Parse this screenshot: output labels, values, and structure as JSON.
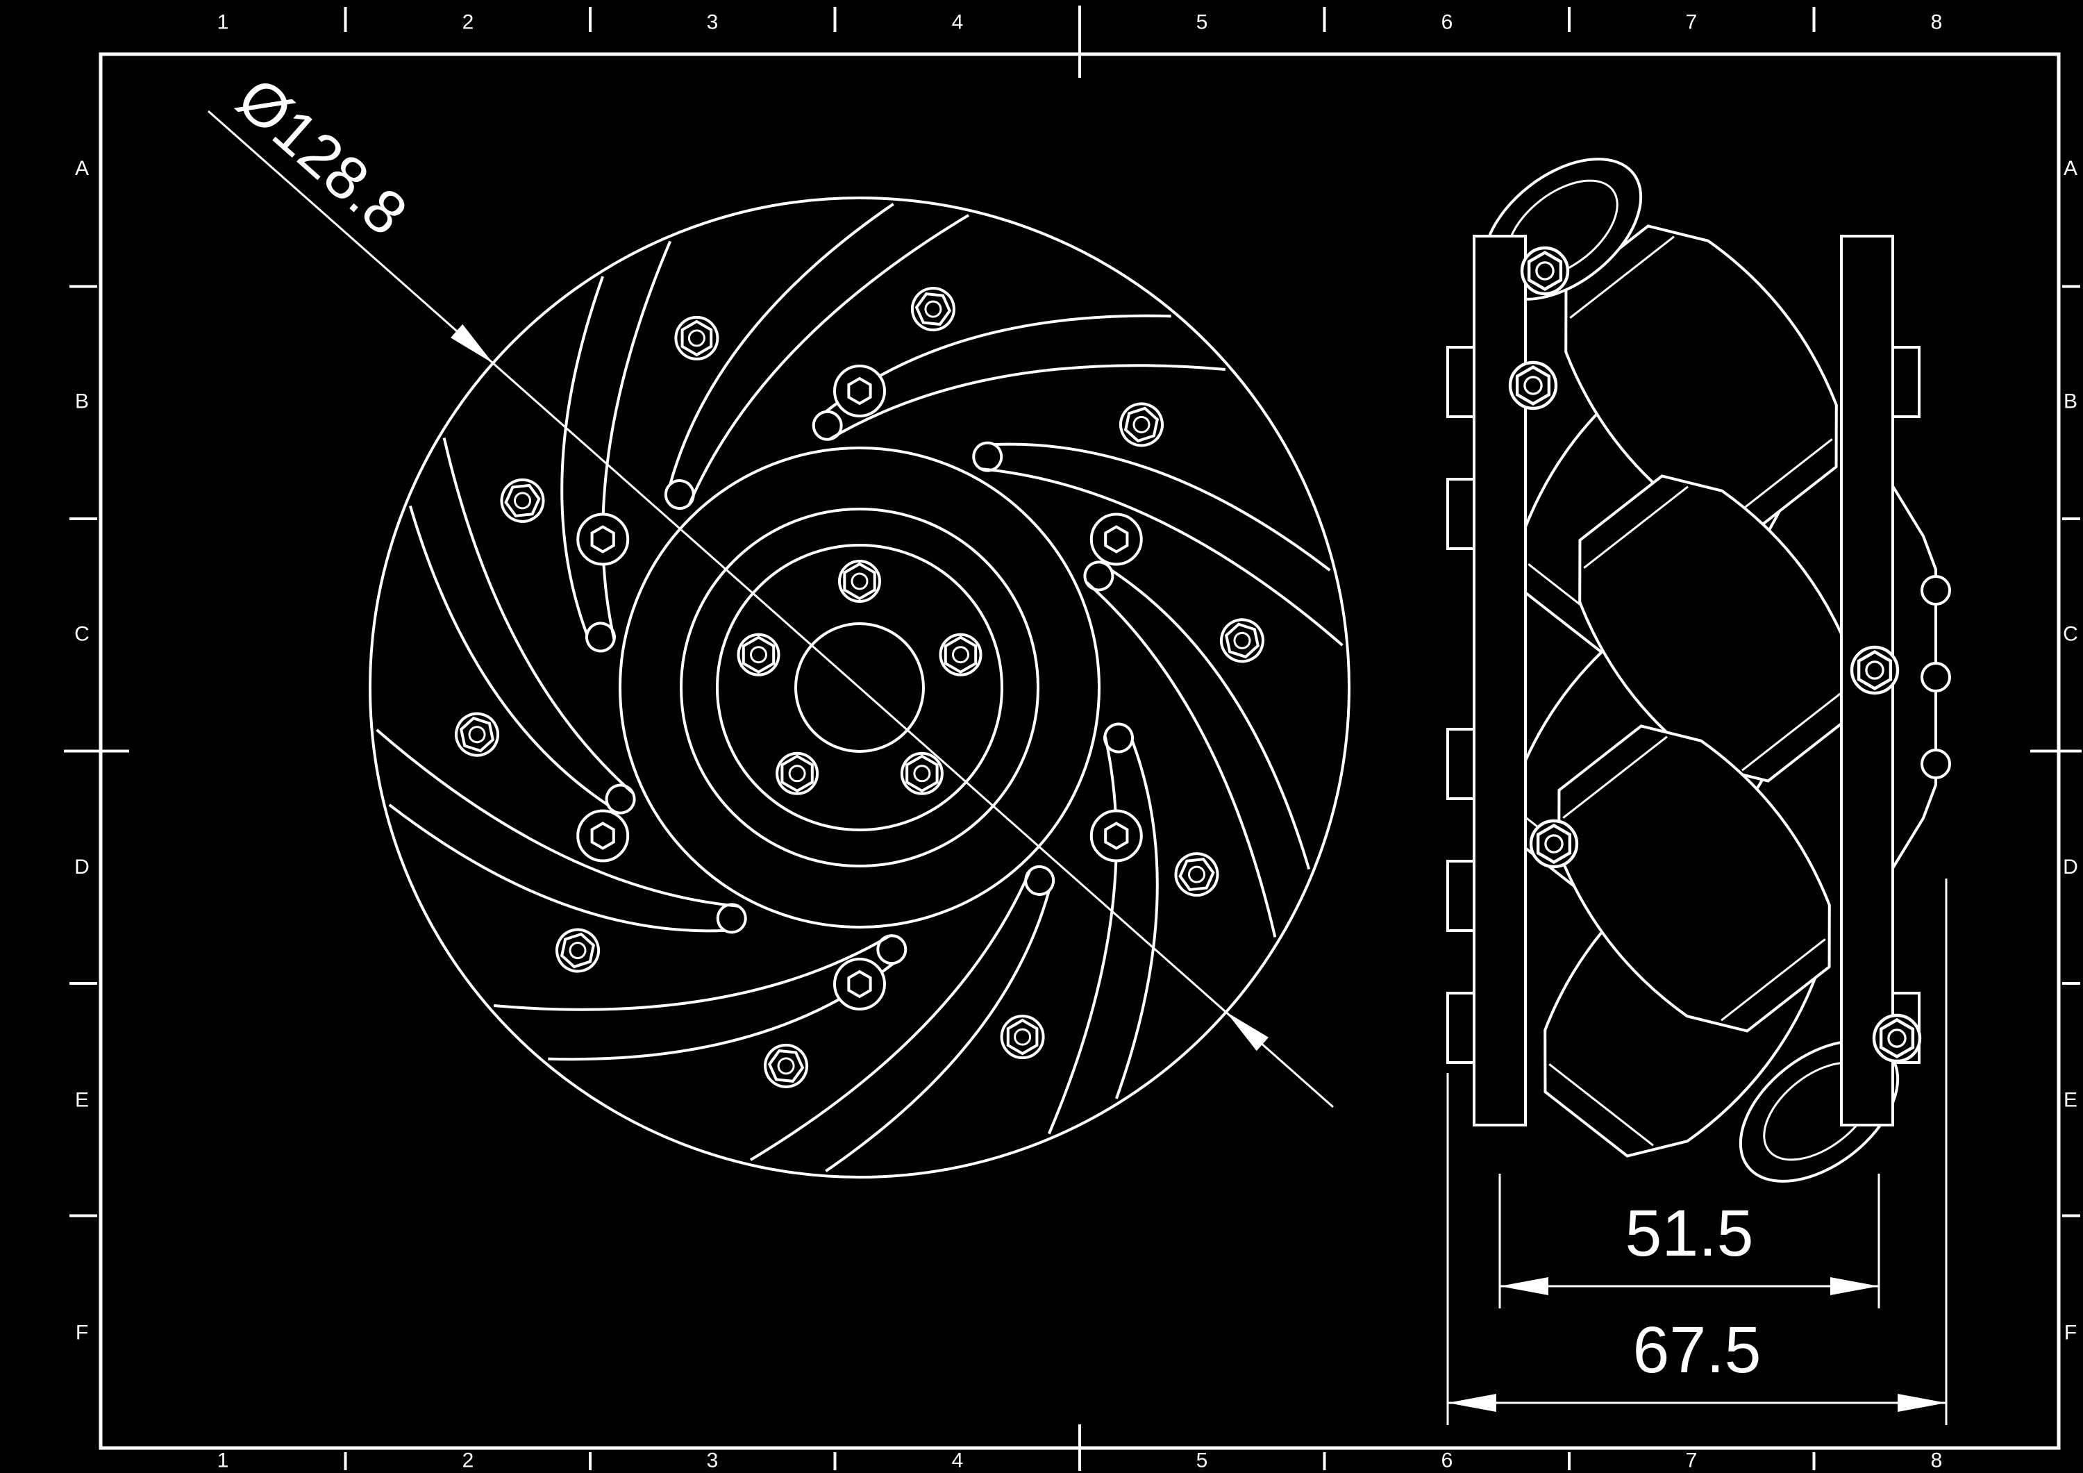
{
  "colors": {
    "background": "#000000",
    "line": "#ffffff"
  },
  "zone_grid": {
    "columns": [
      "1",
      "2",
      "3",
      "4",
      "5",
      "6",
      "7",
      "8"
    ],
    "rows": [
      "A",
      "B",
      "C",
      "D",
      "E",
      "F"
    ]
  },
  "front_view": {
    "diameter_dimension": "Ø128.8"
  },
  "side_view": {
    "roller_width_dimension": "51.5",
    "overall_width_dimension": "67.5"
  }
}
